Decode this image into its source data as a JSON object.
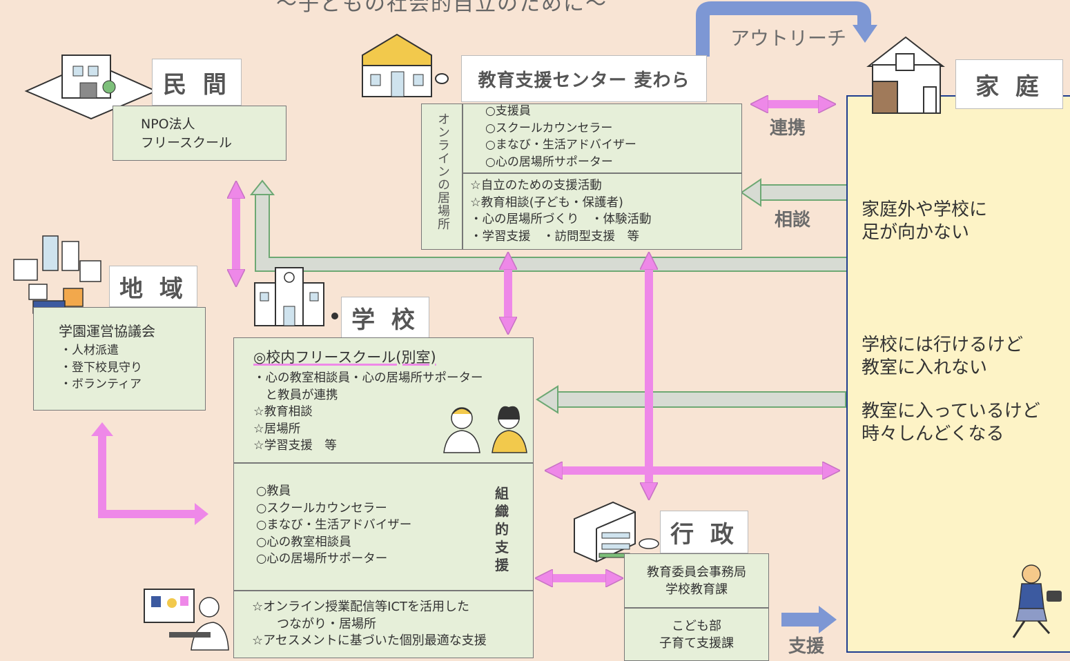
{
  "title": "～子どもの社会的自立のために～",
  "outreach": "アウトリーチ",
  "private": {
    "label": "民 間",
    "items": "NPO法人\nフリースクール"
  },
  "center": {
    "label": "教育支援センター 麦わら",
    "online": "オンラインの居場所",
    "staff": "○支援員\n○スクールカウンセラー\n○まなび・生活アドバイザー\n○心の居場所サポーター",
    "activities": "☆自立のための支援活動\n☆教育相談(子ども・保護者)\n・心の居場所づくり　・体験活動\n・学習支援　・訪問型支援　等"
  },
  "home": {
    "label": "家 庭",
    "situation1": "家庭外や学校に\n足が向かない",
    "situation2": "学校には行けるけど\n教室に入れない",
    "situation3": "教室に入っているけど\n時々しんどくなる"
  },
  "links": {
    "collaboration": "連携",
    "consultation": "相談",
    "support": "支援"
  },
  "community": {
    "label": "地 域",
    "council": "学園運営協議会",
    "items": "・人材派遣\n・登下校見守り\n・ボランティア"
  },
  "school": {
    "label": "学 校",
    "free_school_title": "◎校内フリースクール(別室)",
    "free_school_body": "・心の教室相談員・心の居場所サポーター\n　と教員が連携\n☆教育相談\n☆居場所\n☆学習支援　等",
    "staff": "○教員\n○スクールカウンセラー\n○まなび・生活アドバイザー\n○心の教室相談員\n○心の居場所サポーター",
    "org_support": "組\n織\n的\n支\n援",
    "ict": "☆オンライン授業配信等ICTを活用した\n　　つながり・居場所\n☆アセスメントに基づいた個別最適な支援"
  },
  "admin": {
    "label": "行 政",
    "office": "教育委員会事務局\n学校教育課",
    "children": "こども部\n子育て支援課"
  }
}
